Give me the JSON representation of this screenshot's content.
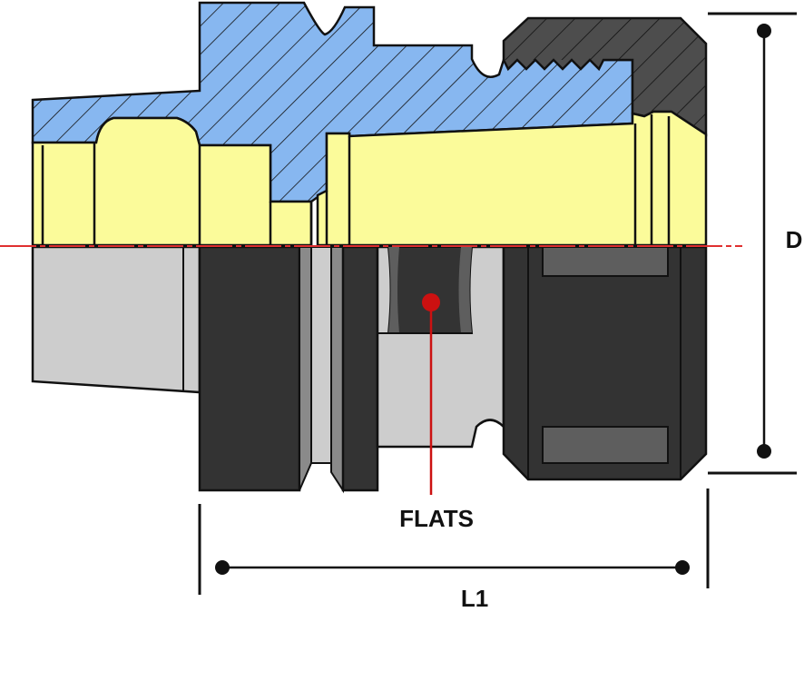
{
  "labels": {
    "flats": "FLATS",
    "length": "L1",
    "diameter": "D"
  },
  "colors": {
    "holder_blue": "#87b7f0",
    "collet_yellow": "#fbfb9a",
    "nut_dark": "#4d4d4d",
    "body_gray": "#cdcdcd",
    "flange_black": "#333333",
    "centerline_red": "#e03030",
    "marker_red": "#cc1111",
    "outline": "#111111"
  }
}
